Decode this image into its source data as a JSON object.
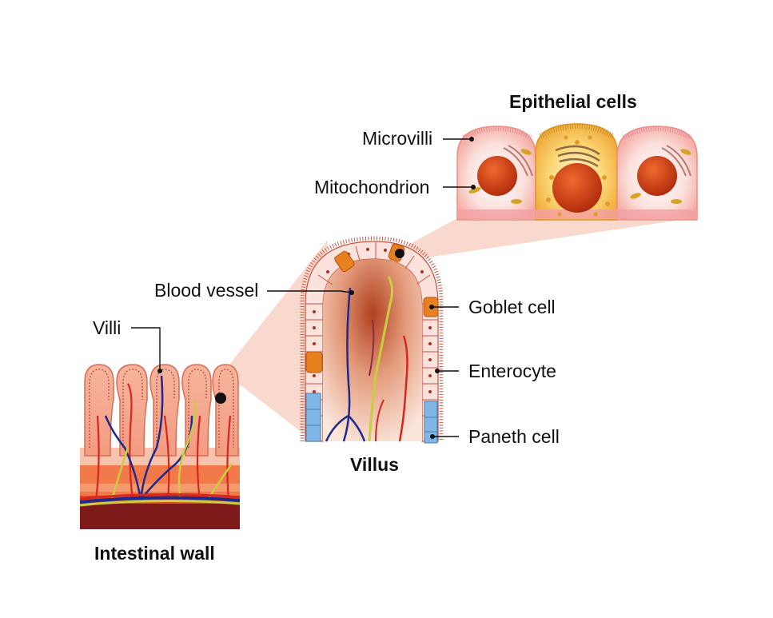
{
  "titles": {
    "epithelial": "Epithelial cells",
    "villus": "Villus",
    "intestinal_wall": "Intestinal wall"
  },
  "labels": {
    "microvilli": "Microvilli",
    "mitochondrion": "Mitochondrion",
    "blood_vessel": "Blood vessel",
    "villi": "Villi",
    "goblet_cell": "Goblet cell",
    "enterocyte": "Enterocyte",
    "paneth_cell": "Paneth cell"
  },
  "colors": {
    "tissue_pink": "#f4b39a",
    "tissue_dark": "#c24a2c",
    "wall_base": "#7e1a1a",
    "vein_blue": "#1f2a8a",
    "artery_red": "#d8261e",
    "nerve_yellow": "#c9cf3c",
    "nucleus_orange": "#d8461c",
    "goblet_orange": "#e7801e",
    "paneth_blue": "#7fb6e6",
    "cell_yellow": "#f7c64a",
    "zoom_fill": "#f7ccbc"
  }
}
